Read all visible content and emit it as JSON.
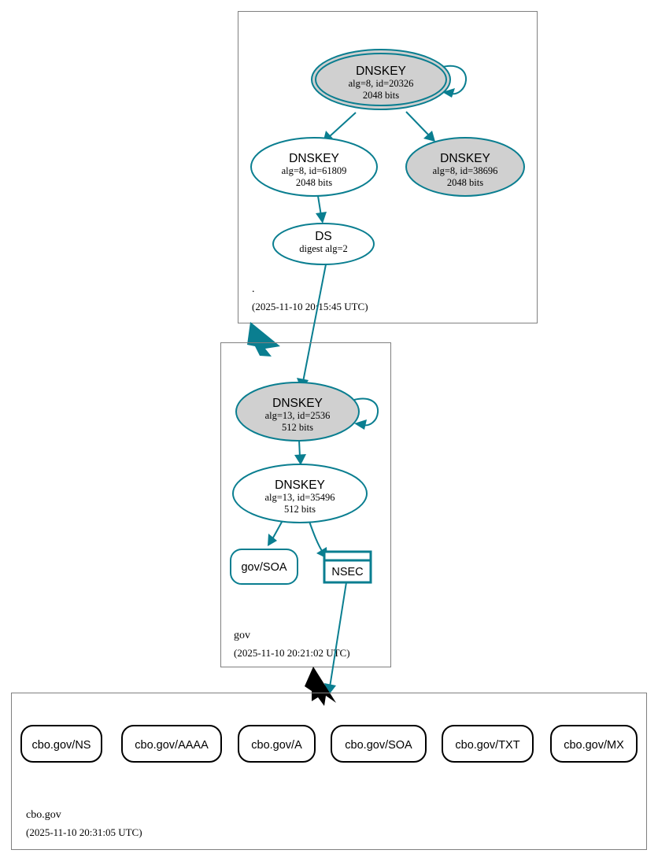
{
  "diagram": {
    "kind": "dnssec-authentication-chain",
    "title": "cbo.gov",
    "colors": {
      "secure": "#0a7e90",
      "insecure": "#000000",
      "cluster_border": "#808080",
      "key_fill_sep": "#d0d0d0",
      "key_fill_zsk": "#ffffff",
      "background": "#ffffff"
    }
  },
  "zones": [
    {
      "id": "root",
      "name": ".",
      "timestamp": "(2025-11-10 20:15:45 UTC)",
      "nodes": [
        {
          "id": "root-ksk-20326",
          "type": "DNSKEY",
          "title": "DNSKEY",
          "params": "alg=8, id=20326",
          "size": "2048 bits",
          "fill": "gray",
          "double_border": true,
          "self_signed": true
        },
        {
          "id": "root-zsk-61809",
          "type": "DNSKEY",
          "title": "DNSKEY",
          "params": "alg=8, id=61809",
          "size": "2048 bits",
          "fill": "white",
          "double_border": false,
          "self_signed": false
        },
        {
          "id": "root-key-38696",
          "type": "DNSKEY",
          "title": "DNSKEY",
          "params": "alg=8, id=38696",
          "size": "2048 bits",
          "fill": "gray",
          "double_border": false,
          "self_signed": false
        },
        {
          "id": "root-ds",
          "type": "DS",
          "title": "DS",
          "params": "digest alg=2",
          "size": "",
          "fill": "white",
          "double_border": false,
          "self_signed": false
        }
      ]
    },
    {
      "id": "gov",
      "name": "gov",
      "timestamp": "(2025-11-10 20:21:02 UTC)",
      "nodes": [
        {
          "id": "gov-ksk-2536",
          "type": "DNSKEY",
          "title": "DNSKEY",
          "params": "alg=13, id=2536",
          "size": "512 bits",
          "fill": "gray",
          "double_border": false,
          "self_signed": true
        },
        {
          "id": "gov-zsk-35496",
          "type": "DNSKEY",
          "title": "DNSKEY",
          "params": "alg=13, id=35496",
          "size": "512 bits",
          "fill": "white",
          "double_border": false,
          "self_signed": false
        },
        {
          "id": "gov-soa",
          "type": "RRset",
          "title": "gov/SOA",
          "params": "",
          "size": "",
          "fill": "white",
          "double_border": false,
          "self_signed": false
        },
        {
          "id": "gov-nsec",
          "type": "NSEC",
          "title": "NSEC",
          "params": "",
          "size": "",
          "fill": "white",
          "double_border": false,
          "self_signed": false
        }
      ]
    },
    {
      "id": "cbogov",
      "name": "cbo.gov",
      "timestamp": "(2025-11-10 20:31:05 UTC)",
      "nodes": [
        {
          "id": "cbo-ns",
          "type": "RRset",
          "title": "cbo.gov/NS",
          "params": "",
          "size": "",
          "fill": "white",
          "double_border": false,
          "self_signed": false
        },
        {
          "id": "cbo-aaaa",
          "type": "RRset",
          "title": "cbo.gov/AAAA",
          "params": "",
          "size": "",
          "fill": "white",
          "double_border": false,
          "self_signed": false
        },
        {
          "id": "cbo-a",
          "type": "RRset",
          "title": "cbo.gov/A",
          "params": "",
          "size": "",
          "fill": "white",
          "double_border": false,
          "self_signed": false
        },
        {
          "id": "cbo-soa",
          "type": "RRset",
          "title": "cbo.gov/SOA",
          "params": "",
          "size": "",
          "fill": "white",
          "double_border": false,
          "self_signed": false
        },
        {
          "id": "cbo-txt",
          "type": "RRset",
          "title": "cbo.gov/TXT",
          "params": "",
          "size": "",
          "fill": "white",
          "double_border": false,
          "self_signed": false
        },
        {
          "id": "cbo-mx",
          "type": "RRset",
          "title": "cbo.gov/MX",
          "params": "",
          "size": "",
          "fill": "white",
          "double_border": false,
          "self_signed": false
        }
      ]
    }
  ],
  "edges": [
    {
      "from": "root-ksk-20326",
      "to": "root-ksk-20326",
      "style": "self-loop",
      "color": "secure"
    },
    {
      "from": "root-ksk-20326",
      "to": "root-zsk-61809",
      "style": "arrow",
      "color": "secure"
    },
    {
      "from": "root-ksk-20326",
      "to": "root-key-38696",
      "style": "arrow",
      "color": "secure"
    },
    {
      "from": "root-zsk-61809",
      "to": "root-ds",
      "style": "arrow",
      "color": "secure"
    },
    {
      "from": "root-ds",
      "to": "gov-ksk-2536",
      "style": "arrow",
      "color": "secure"
    },
    {
      "from": "gov-ksk-2536",
      "to": "gov-ksk-2536",
      "style": "self-loop",
      "color": "secure"
    },
    {
      "from": "gov-ksk-2536",
      "to": "gov-zsk-35496",
      "style": "arrow",
      "color": "secure"
    },
    {
      "from": "gov-zsk-35496",
      "to": "gov-soa",
      "style": "arrow",
      "color": "secure"
    },
    {
      "from": "gov-zsk-35496",
      "to": "gov-nsec",
      "style": "arrow",
      "color": "secure"
    },
    {
      "from": "gov-nsec",
      "to": "cbogov",
      "style": "arrow",
      "color": "secure"
    }
  ],
  "delegations": [
    {
      "from": "root",
      "to": "gov",
      "status": "secure",
      "color": "#0a7e90"
    },
    {
      "from": "gov",
      "to": "cbogov",
      "status": "insecure",
      "color": "#000000"
    }
  ]
}
